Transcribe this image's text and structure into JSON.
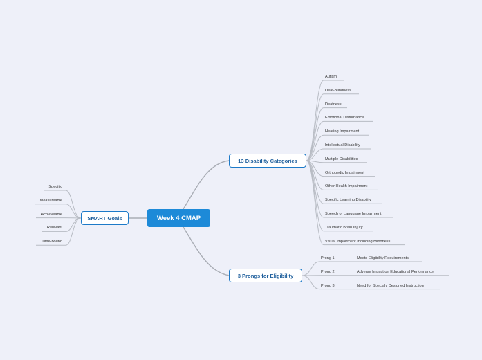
{
  "central": "Week 4 CMAP",
  "branches": {
    "disability": {
      "label": "13 Disability Categories",
      "items": [
        "Autism",
        "Deaf-Blindness",
        "Deafness",
        "Emotional Disturbance",
        "Hearing Impairment",
        "Intellectual Disability",
        "Multiple Disabilities",
        "Orthopedic Impairment",
        "Other Health Impairment",
        "Specific Learning Disability",
        "Speech or Language Impairment",
        "Traumatic Brain Injury",
        "Visual Impairment Including Blindness"
      ]
    },
    "prongs": {
      "label": "3 Prongs for Eligibility",
      "items": [
        {
          "label": "Prong 1",
          "detail": "Meets Eligibility Requirements"
        },
        {
          "label": "Prong 2",
          "detail": "Adverse Impact on Educational Performance"
        },
        {
          "label": "Prong 3",
          "detail": "Need for Specialy Designed Instruction"
        }
      ]
    },
    "smart": {
      "label": "SMART Goals",
      "items": [
        "Specific",
        "Measureable",
        "Achieveable",
        "Relevant",
        "Time-bound"
      ]
    }
  },
  "colors": {
    "background": "#eef0f9",
    "central": "#1d8ad8",
    "node_border": "#1d7ac8",
    "node_text": "#1f5f9c",
    "connector": "#b8bcc4"
  }
}
